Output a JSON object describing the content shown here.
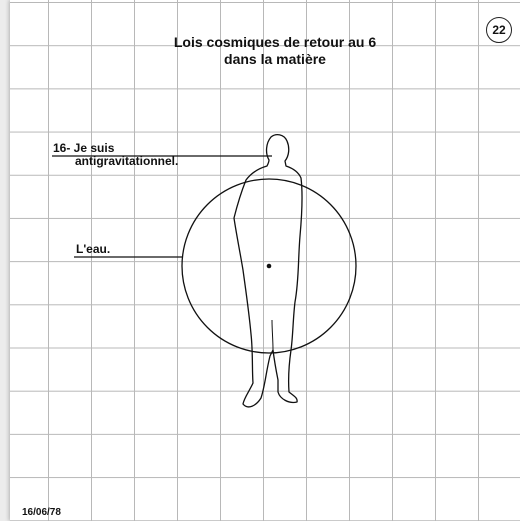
{
  "header": {
    "title_line1": "Lois cosmiques de retour au 6",
    "title_line2": "dans la matière",
    "page_number": "22"
  },
  "annotations": {
    "label_16_line1": "16- Je suis",
    "label_16_line2": "antigravitationnel.",
    "label_water": "L'eau."
  },
  "footer": {
    "date": "16/06/78"
  }
}
